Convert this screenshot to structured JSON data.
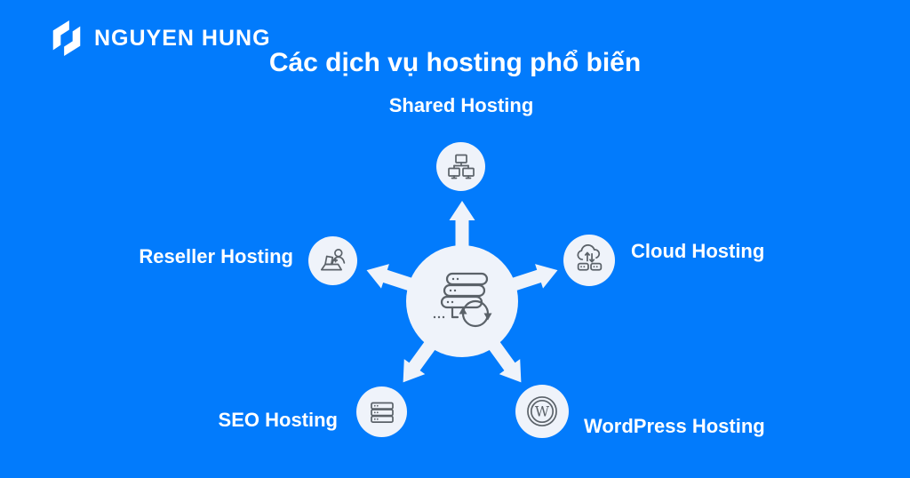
{
  "brand": {
    "name": "NGUYEN HUNG"
  },
  "title": "Các dịch vụ hosting phổ biến",
  "colors": {
    "background": "#027BFC",
    "node_fill": "#EFF3FA",
    "icon_stroke": "#5B6269",
    "text": "#FFFFFF"
  },
  "diagram": {
    "type": "hub-and-spoke",
    "center": {
      "icon": "server-stack-sync-icon"
    },
    "nodes": [
      {
        "id": "shared",
        "label": "Shared Hosting",
        "icon": "network-computers-icon",
        "position": "top"
      },
      {
        "id": "cloud",
        "label": "Cloud Hosting",
        "icon": "cloud-transfer-icon",
        "position": "right"
      },
      {
        "id": "wordpress",
        "label": "WordPress Hosting",
        "icon": "wordpress-icon",
        "icon_letter": "W",
        "position": "bottom-right"
      },
      {
        "id": "seo",
        "label": "SEO Hosting",
        "icon": "server-rack-icon",
        "position": "bottom-left"
      },
      {
        "id": "reseller",
        "label": "Reseller Hosting",
        "icon": "person-laptop-icon",
        "position": "left"
      }
    ]
  }
}
